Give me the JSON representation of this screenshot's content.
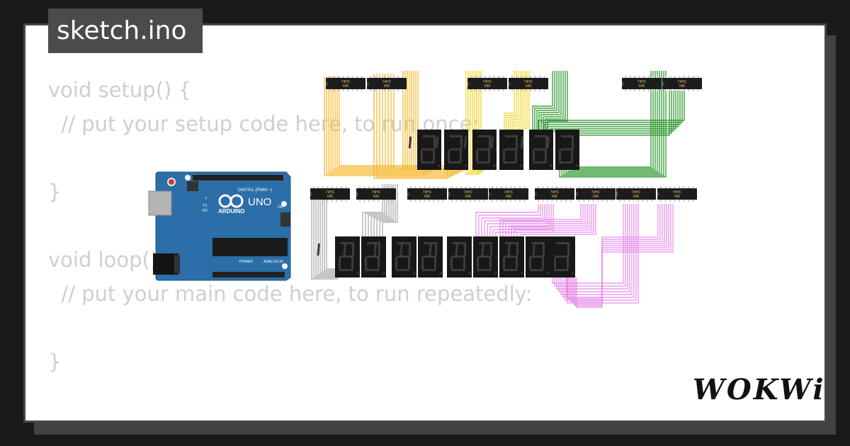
{
  "title": "sketch.ino",
  "code_lines": [
    "void setup() {",
    "  // put your setup code here, to run once:",
    "",
    "}",
    "",
    "void loop() {",
    "  // put your main code here, to run repeatedly:",
    "",
    "}"
  ],
  "arduino": {
    "brand": "ARDUINO",
    "model": "UNO",
    "digital_label": "DIGITAL (PWM ~)",
    "analog_label": "ANALOG IN",
    "power_label": "POWER",
    "on_label": "ON",
    "tx_label": "TX",
    "rx_label": "RX",
    "l_label": "L"
  },
  "chip": {
    "line1": "74HC",
    "line2": "595"
  },
  "logo": "WOKWi",
  "colors": {
    "background": "#1a1a1a",
    "card": "#ffffff",
    "tab": "#4b4b4b",
    "code": "#cfcfcf",
    "board": "#2b6ea8",
    "wire_orange": "#f5b324",
    "wire_yellow": "#f2d21c",
    "wire_green": "#1f8f1f",
    "wire_gray": "#a5a5a5",
    "wire_pink": "#e58be9"
  }
}
